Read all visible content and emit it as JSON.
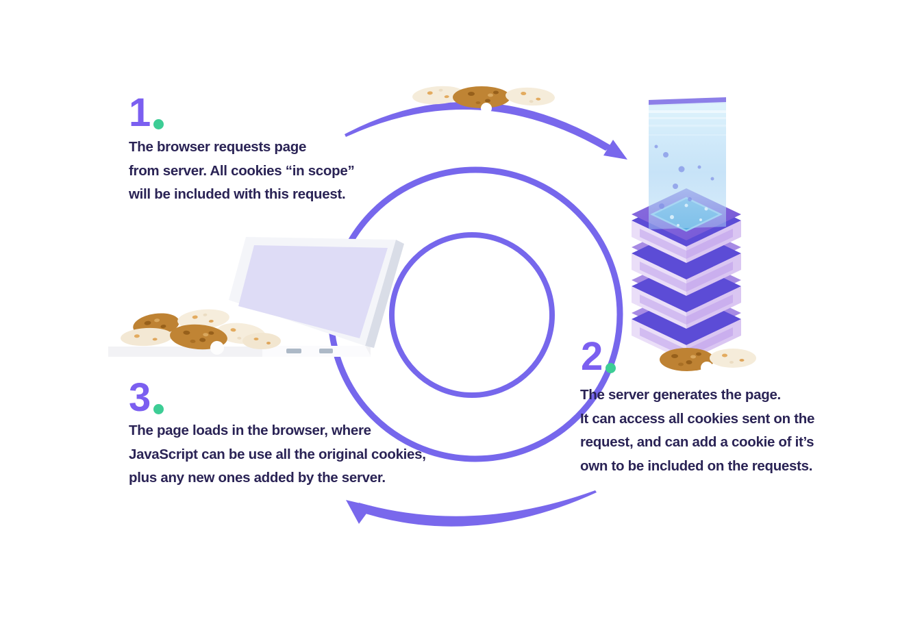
{
  "background": "#FFFFFF",
  "palette": {
    "accent_purple": "#7667EC",
    "number_purple": "#7B5FF0",
    "text_navy": "#2A2355",
    "dot_green": "#3DCD95",
    "cookie_brown": "#BF8434",
    "cookie_chip_brown": "#97601B",
    "cookie_cream": "#F6EDDB",
    "cookie_chip_cream": "#E3AB5F",
    "server_lavender": "#EADEF8",
    "server_rim_purple": "#5C4CD6",
    "pool_blue": "#58ADE0",
    "laptop_screen_lavender": "#DEDCF6"
  },
  "steps": [
    {
      "number": "1",
      "lines": [
        "The browser requests page",
        "from server. All cookies “in scope”",
        "will be included with this request."
      ]
    },
    {
      "number": "2",
      "lines": [
        "The server generates the page.",
        "It can access all cookies sent on the",
        "request, and can add a cookie of it’s",
        "own to be included on the requests."
      ]
    },
    {
      "number": "3",
      "lines": [
        "The page loads in the browser, where",
        "JavaScript can be use all the original cookies,",
        "plus any new ones added by the server."
      ]
    }
  ],
  "illustrations": {
    "cycle": "request-response-cycle",
    "laptop": "browser-laptop",
    "server": "server-stack",
    "cookies_top": "cookies-on-request-arrow",
    "cookies_laptop": "cookies-beside-laptop",
    "cookies_server": "cookies-beside-server"
  }
}
